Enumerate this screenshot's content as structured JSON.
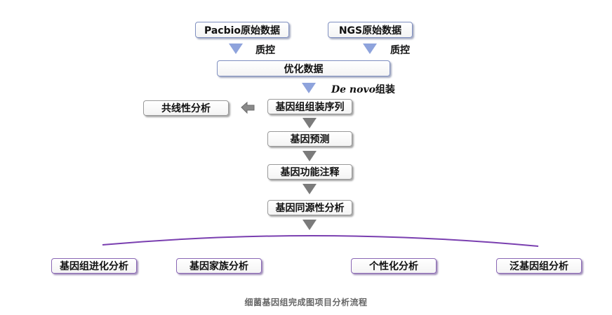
{
  "top_inputs": [
    {
      "label": "Pacbio原始数据"
    },
    {
      "label": "NGS原始数据"
    }
  ],
  "qc_labels": [
    "质控",
    "质控"
  ],
  "optimized": {
    "label": "优化数据"
  },
  "assembly_step": {
    "prefix_italic": "De novo",
    "suffix": "组装"
  },
  "pipeline": [
    {
      "label": "基因组组装序列"
    },
    {
      "label": "基因预测"
    },
    {
      "label": "基因功能注释"
    },
    {
      "label": "基因同源性分析"
    }
  ],
  "side_branch": {
    "label": "共线性分析"
  },
  "analyses": [
    {
      "label": "基因组进化分析"
    },
    {
      "label": "基因家族分析"
    },
    {
      "label": "个性化分析"
    },
    {
      "label": "泛基因组分析"
    }
  ],
  "caption": "细菌基因组完成图项目分析流程",
  "colors": {
    "blue_arrow": "#8ea3dc",
    "gray_arrow": "#7b7b7b",
    "curve": "#7a3fb0"
  }
}
